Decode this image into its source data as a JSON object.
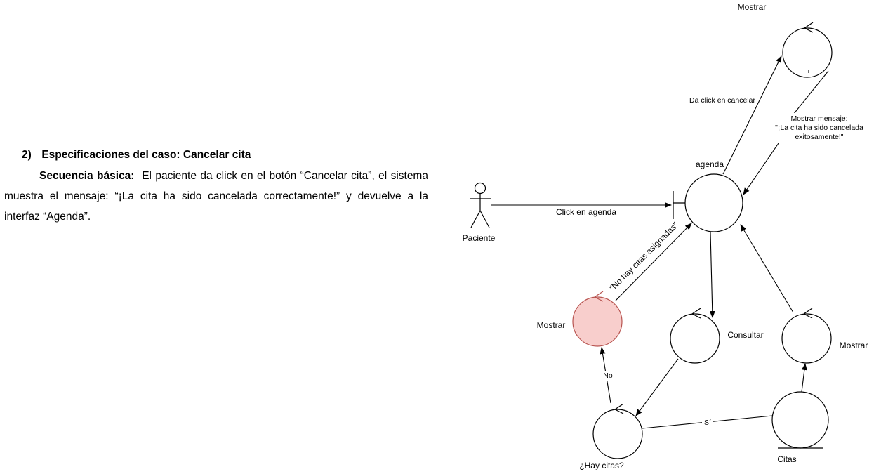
{
  "document": {
    "heading_number": "2)",
    "heading_text": "Especificaciones del caso: Cancelar cita",
    "seq_label": "Secuencia básica:",
    "seq_text": "El paciente da click en el botón “Cancelar cita”, el sistema muestra el mensaje: “¡La cita ha sido cancelada correctamente!” y devuelve a la interfaz “Agenda”."
  },
  "diagram": {
    "actor_label": "Paciente",
    "agenda_label": "agenda",
    "click_agenda_label": "Click en agenda",
    "mostrar_top_label": "Mostrar",
    "da_click_label": "Da click en cancelar",
    "mostrar_mensaje_lines": [
      "Mostrar mensaje:",
      "\"¡La cita ha sido cancelada",
      "exitosamente!\""
    ],
    "no_hay_citas_label": "\"No hay citas asignadas\"",
    "mostrar_left_label": "Mostrar",
    "consultar_label": "Consultar",
    "mostrar_right_label": "Mostrar",
    "no_label": "No",
    "si_label": "Sí",
    "hay_citas_label": "¿Hay citas?",
    "citas_label": "Citas",
    "highlight_color": "#f8cecc",
    "highlight_stroke": "#b85450"
  }
}
